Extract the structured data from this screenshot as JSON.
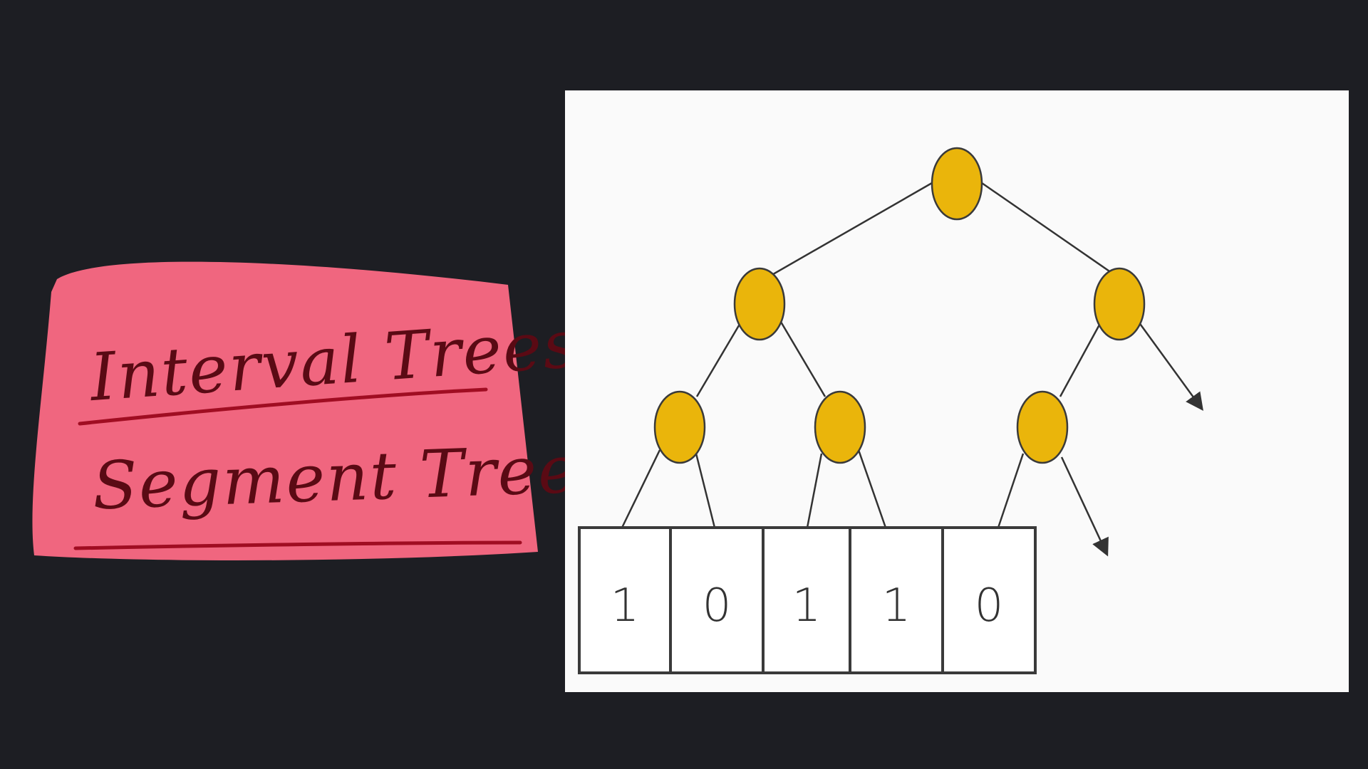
{
  "note": {
    "line1": "Interval Trees.",
    "line2": "Segment Trees.",
    "paper_color": "#f0667f",
    "ink_color": "#5a0a14",
    "underline_color": "#c8102e"
  },
  "diagram": {
    "node_color": "#eab50b",
    "node_stroke": "#3a3a3a",
    "edge_color": "#333333",
    "array": [
      "1",
      "0",
      "1",
      "1",
      "0"
    ]
  }
}
